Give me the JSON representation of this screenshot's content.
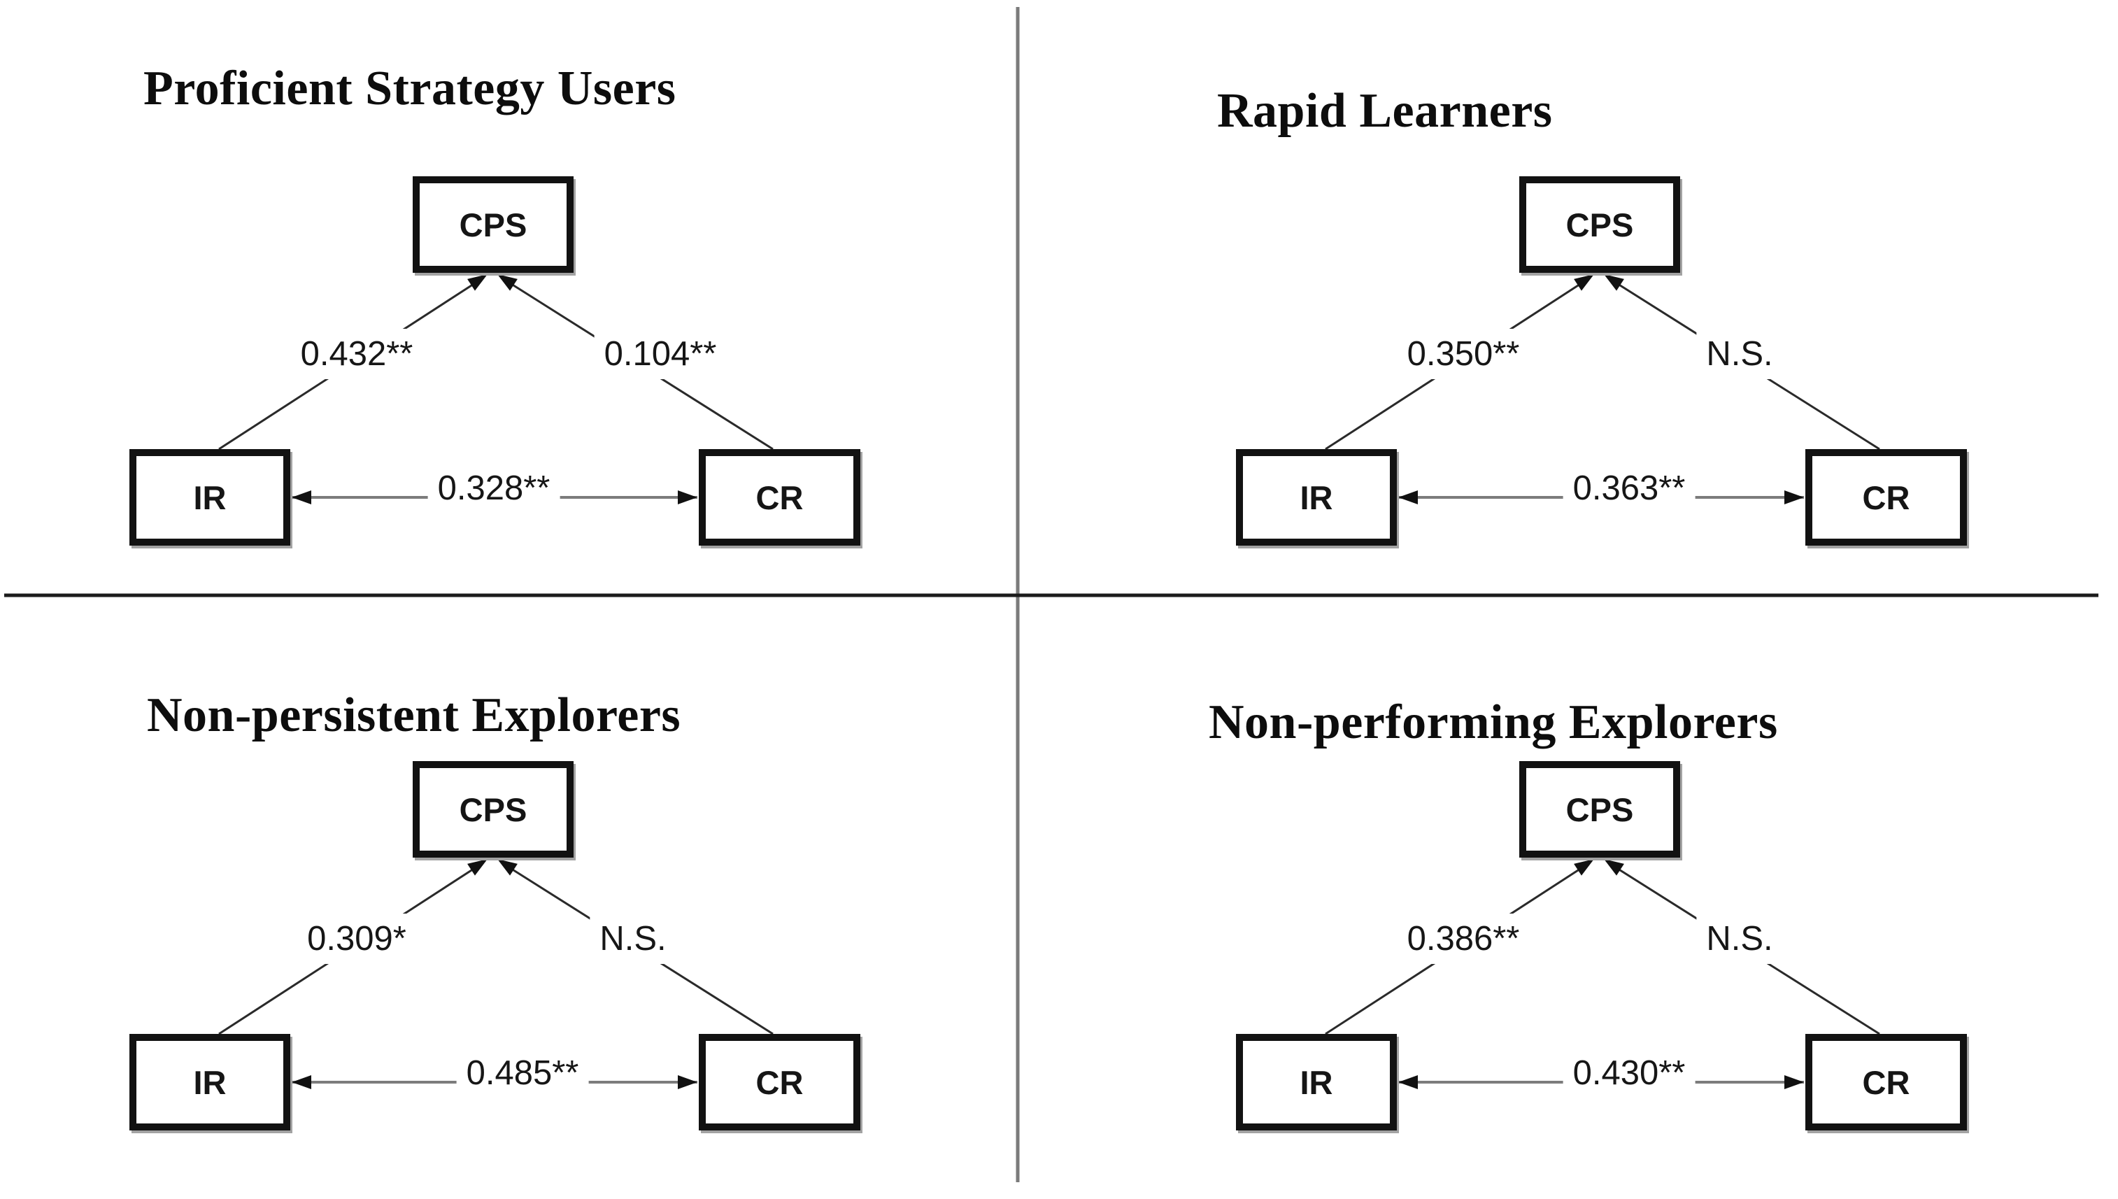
{
  "figure": {
    "quadrants": [
      {
        "id": "top-left",
        "title": "Proficient Strategy Users",
        "nodes": {
          "top": "CPS",
          "bottom_left": "IR",
          "bottom_right": "CR"
        },
        "edges": {
          "left_to_top": "0.432**",
          "right_to_top": "0.104**",
          "horizontal": "0.328**"
        }
      },
      {
        "id": "top-right",
        "title": "Rapid Learners",
        "nodes": {
          "top": "CPS",
          "bottom_left": "IR",
          "bottom_right": "CR"
        },
        "edges": {
          "left_to_top": "0.350**",
          "right_to_top": "N.S.",
          "horizontal": "0.363**"
        }
      },
      {
        "id": "bottom-left",
        "title": "Non-persistent Explorers",
        "nodes": {
          "top": "CPS",
          "bottom_left": "IR",
          "bottom_right": "CR"
        },
        "edges": {
          "left_to_top": "0.309*",
          "right_to_top": "N.S.",
          "horizontal": "0.485**"
        }
      },
      {
        "id": "bottom-right",
        "title": "Non-performing Explorers",
        "nodes": {
          "top": "CPS",
          "bottom_left": "IR",
          "bottom_right": "CR"
        },
        "edges": {
          "left_to_top": "0.386**",
          "right_to_top": "N.S.",
          "horizontal": "0.430**"
        }
      }
    ],
    "colors": {
      "diagonal_line": "#2a2a2a",
      "horizontal_connector": "#7c7c7c",
      "arrowhead": "#111111",
      "box_border": "#121212",
      "vertical_divider": "#7b7b7b",
      "horizontal_divider": "#1c1c1c",
      "text": "#111111",
      "background": "#ffffff"
    }
  }
}
